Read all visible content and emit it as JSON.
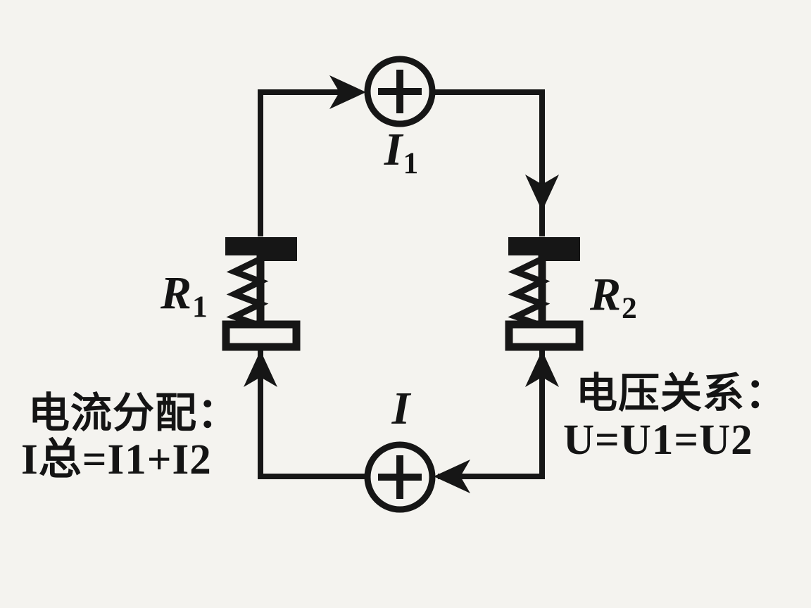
{
  "figure": {
    "kind": "parallel-resistor-circuit-diagram",
    "colors": {
      "background": "#f4f3ef",
      "ink": "#161616"
    },
    "labels": {
      "top_meter": {
        "base": "I",
        "sub": "1"
      },
      "bottom_meter": {
        "base": "I",
        "sub": ""
      },
      "left_resistor": {
        "base": "R",
        "sub": "1"
      },
      "right_resistor": {
        "base": "R",
        "sub": "2"
      }
    },
    "icons": {
      "top_meter": "plus-circle-icon",
      "bottom_meter": "plus-circle-icon",
      "left_resistor": "resistor-coil-icon",
      "right_resistor": "resistor-coil-icon"
    },
    "annotations": {
      "current_rule": {
        "title": "电流分配：",
        "formula": "I总=I1+I2"
      },
      "voltage_rule": {
        "title": "电压关系：",
        "formula": "U=U1=U2"
      }
    }
  }
}
